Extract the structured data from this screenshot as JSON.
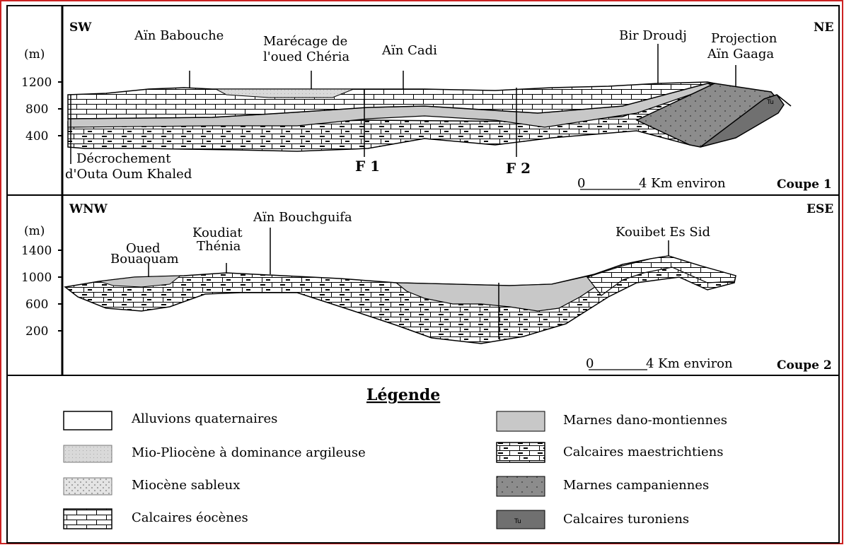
{
  "section1": {
    "orient_left": "SW",
    "orient_right": "NE",
    "unit": "(m)",
    "ticks": [
      "1200",
      "800",
      "400"
    ],
    "places": [
      "Aïn Babouche",
      "Marécage de",
      "l'oued Chéria",
      "Aïn Cadi",
      "Bir Droudj",
      "Projection",
      "Aïn Gaaga"
    ],
    "decro": [
      "Décrochement",
      "d'Outa Oum Khaled"
    ],
    "faults": [
      "F 1",
      "F 2"
    ],
    "scale": {
      "zero": "0",
      "dist": "4 Km environ"
    },
    "label": "Coupe 1",
    "tu": "Tu"
  },
  "section2": {
    "orient_left": "WNW",
    "orient_right": "ESE",
    "unit": "(m)",
    "ticks": [
      "1400",
      "1000",
      "600",
      "200"
    ],
    "places": [
      "Aïn Bouchguifa",
      "Oued",
      "Bouaouam",
      "Koudiat",
      "Thénia",
      "Kouibet Es Sid"
    ],
    "scale": {
      "zero": "0",
      "dist": "4 Km environ"
    },
    "label": "Coupe 2"
  },
  "legend": {
    "title": "Légende",
    "items": [
      {
        "label": "Alluvions quaternaires",
        "swatch": "alluvions"
      },
      {
        "label": "Mio-Pliocène à dominance argileuse",
        "swatch": "miopliocene"
      },
      {
        "label": "Miocène sableux",
        "swatch": "miocene-sableux"
      },
      {
        "label": "Calcaires éocènes",
        "swatch": "calcaires-eocenes"
      },
      {
        "label": "Marnes dano-montiennes",
        "swatch": "marnes-dano"
      },
      {
        "label": "Calcaires maestrichtiens",
        "swatch": "calcaires-maestrichtiens"
      },
      {
        "label": "Marnes campaniennes",
        "swatch": "marnes-campaniennes"
      },
      {
        "label": "Calcaires turoniens",
        "swatch": "calcaires-turoniens",
        "tag": "Tu"
      }
    ]
  },
  "colors": {
    "frame": "#cc2222",
    "marnes_dano": "#c8c8c8",
    "marnes_campaniennes": "#8c8c8c",
    "calcaires_turoniens": "#707070",
    "mio_pliocene": "#d9d9d9"
  }
}
